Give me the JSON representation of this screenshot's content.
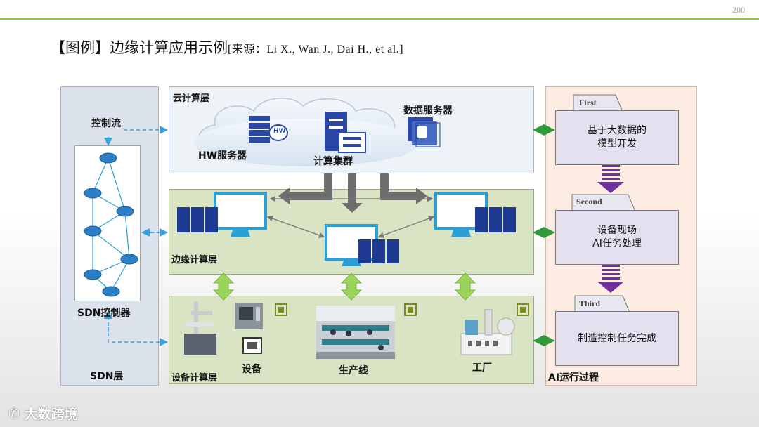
{
  "page_number": "200",
  "title": {
    "main": "【图例】边缘计算应用示例",
    "source": "[来源：Li X., Wan J., Dai H., et al.]"
  },
  "layers": {
    "cloud": "云计算层",
    "edge": "边缘计算层",
    "device": "设备计算层",
    "sdn": "SDN层",
    "ai": "AI运行过程"
  },
  "cloud": {
    "hw_server": "HW服务器",
    "compute_cluster": "计算集群",
    "data_server": "数据服务器",
    "hw_badge": "HW"
  },
  "sdn": {
    "control_flow": "控制流",
    "controller": "SDN控制器"
  },
  "device": {
    "equipment": "设备",
    "production_line": "生产线",
    "factory": "工厂"
  },
  "ai_steps": [
    {
      "tab": "First",
      "text": "基于大数据的\n模型开发"
    },
    {
      "tab": "Second",
      "text": "设备现场\nAI任务处理"
    },
    {
      "tab": "Third",
      "text": "制造控制任务完成"
    }
  ],
  "colors": {
    "accent_green": "#8cc63f",
    "arrow_green": "#9ad45a",
    "arrow_purple": "#7030a0",
    "server_blue": "#1f3a93",
    "dashed_blue": "#3aa0dc"
  },
  "watermark": "大数跨境"
}
